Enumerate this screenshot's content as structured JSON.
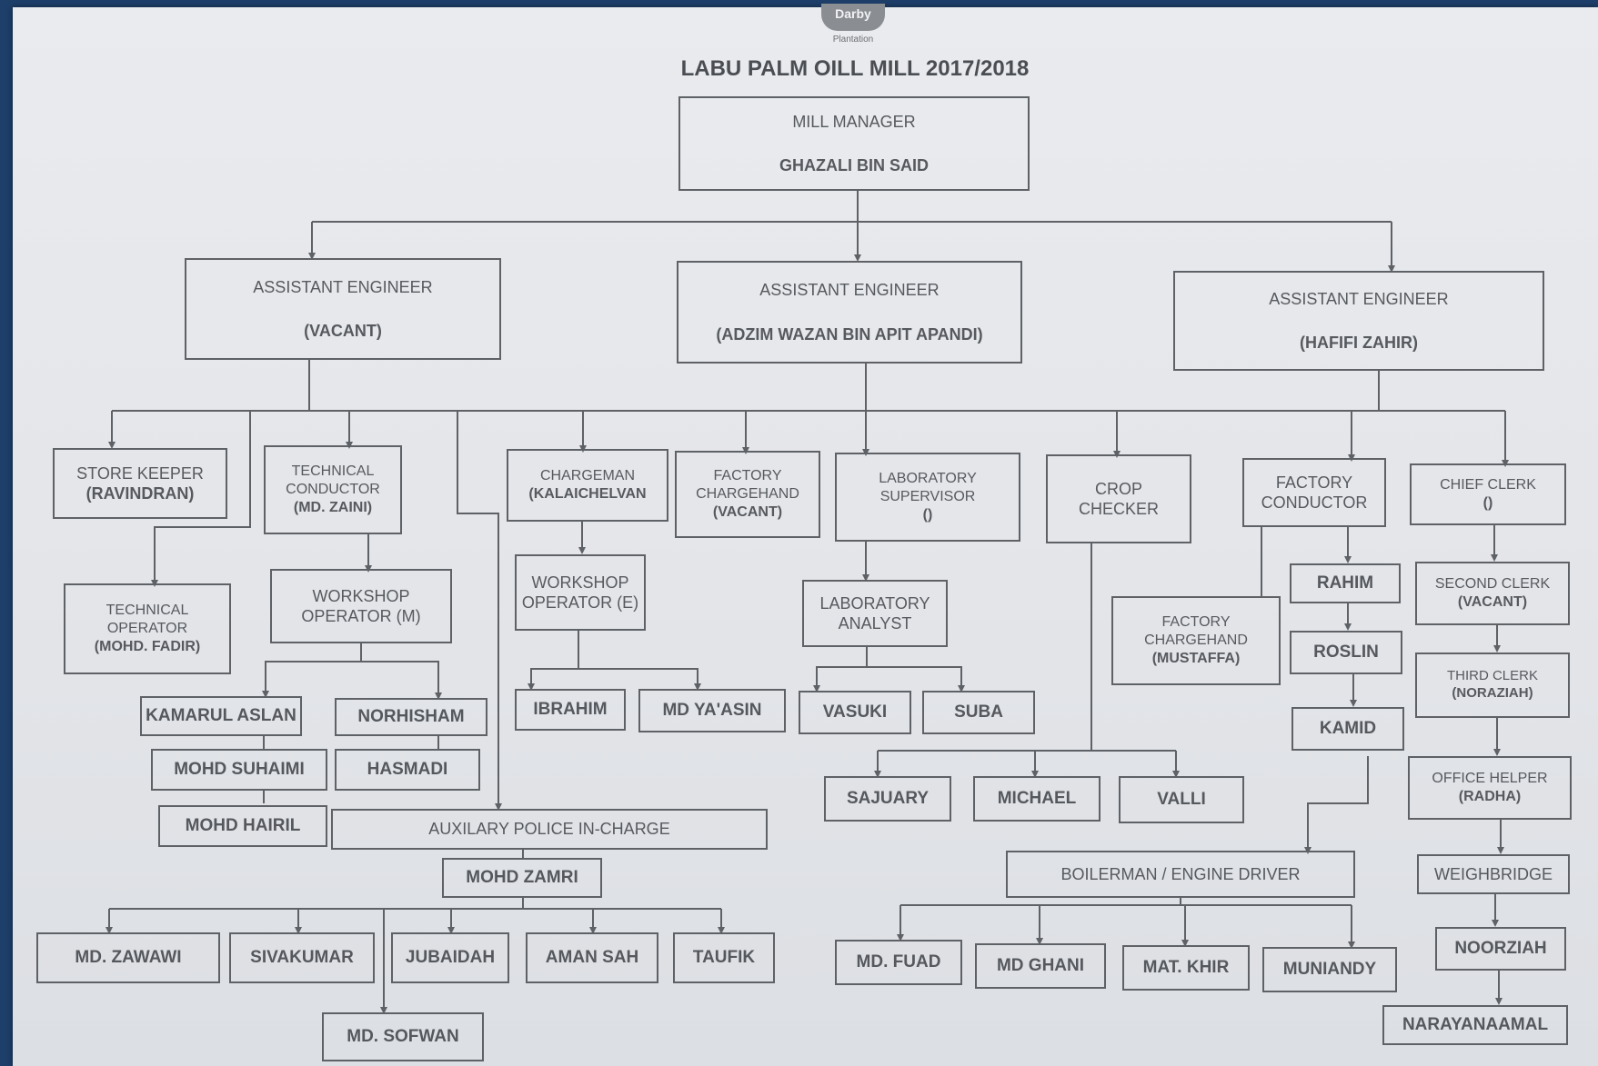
{
  "logo": {
    "brand": "Darby",
    "sub": "Plantation"
  },
  "title": "LABU PALM OILL MILL 2017/2018",
  "colors": {
    "line": "#5e6166",
    "text": "#56595e",
    "paper": "#e6e8eb",
    "frame": "#1e3f6a"
  },
  "boxes": {
    "mill_manager": {
      "role": "MILL MANAGER",
      "name": "GHAZALI BIN SAID"
    },
    "ae_left": {
      "role": "ASSISTANT ENGINEER",
      "name": "(VACANT)"
    },
    "ae_mid": {
      "role": "ASSISTANT ENGINEER",
      "name": "(ADZIM WAZAN BIN APIT APANDI)"
    },
    "ae_right": {
      "role": "ASSISTANT ENGINEER",
      "name": "(HAFIFI ZAHIR)"
    },
    "store_keeper": {
      "role": "STORE KEEPER",
      "name": "(RAVINDRAN)"
    },
    "tech_conductor": {
      "role1": "TECHNICAL",
      "role2": "CONDUCTOR",
      "name": "(MD. ZAINI)"
    },
    "tech_operator": {
      "role1": "TECHNICAL",
      "role2": "OPERATOR",
      "name": "(MOHD. FADIR)"
    },
    "workshop_m": {
      "role1": "WORKSHOP",
      "role2": "OPERATOR (M)"
    },
    "chargeman": {
      "role": "CHARGEMAN",
      "name": "(KALAICHELVAN"
    },
    "factory_chargehand_1": {
      "role1": "FACTORY",
      "role2": "CHARGEHAND",
      "name": "(VACANT)"
    },
    "lab_supervisor": {
      "role1": "LABORATORY",
      "role2": "SUPERVISOR",
      "name": "()"
    },
    "crop_checker": {
      "role1": "CROP",
      "role2": "CHECKER"
    },
    "factory_conductor": {
      "role1": "FACTORY",
      "role2": "CONDUCTOR"
    },
    "chief_clerk": {
      "role": "CHIEF CLERK",
      "name": "()"
    },
    "workshop_e": {
      "role1": "WORKSHOP",
      "role2": "OPERATOR (E)"
    },
    "lab_analyst": {
      "role1": "LABORATORY",
      "role2": "ANALYST"
    },
    "factory_chargehand_2": {
      "role1": "FACTORY",
      "role2": "CHARGEHAND",
      "name": "(MUSTAFFA)"
    },
    "second_clerk": {
      "role": "SECOND CLERK",
      "name": "(VACANT)"
    },
    "third_clerk": {
      "role": "THIRD CLERK",
      "name": "(NORAZIAH)"
    },
    "office_helper": {
      "role": "OFFICE HELPER",
      "name": "(RADHA)"
    },
    "weighbridge": {
      "role": "WEIGHBRIDGE"
    },
    "aux_police": {
      "role": "AUXILARY POLICE IN-CHARGE"
    },
    "boilerman": {
      "role": "BOILERMAN / ENGINE DRIVER"
    }
  },
  "names": {
    "kamarul_aslan": "KAMARUL ASLAN",
    "norhisham": "NORHISHAM",
    "mohd_suhaimi": "MOHD SUHAIMI",
    "hasmadi": "HASMADI",
    "mohd_hairil": "MOHD HAIRIL",
    "ibrahim": "IBRAHIM",
    "md_yaasin": "MD YA'ASIN",
    "vasuki": "VASUKI",
    "suba": "SUBA",
    "rahim": "RAHIM",
    "roslin": "ROSLIN",
    "kamid": "KAMID",
    "sajuary": "SAJUARY",
    "michael": "MICHAEL",
    "valli": "VALLI",
    "mohd_zamri": "MOHD ZAMRI",
    "md_zawawi": "MD. ZAWAWI",
    "sivakumar": "SIVAKUMAR",
    "jubaidah": "JUBAIDAH",
    "aman_sah": "AMAN SAH",
    "taufik": "TAUFIK",
    "md_sofwan": "MD. SOFWAN",
    "md_fuad": "MD. FUAD",
    "md_ghani": "MD GHANI",
    "mat_khir": "MAT. KHIR",
    "muniandy": "MUNIANDY",
    "noorziah": "NOORZIAH",
    "narayanaamal": "NARAYANAAMAL"
  }
}
